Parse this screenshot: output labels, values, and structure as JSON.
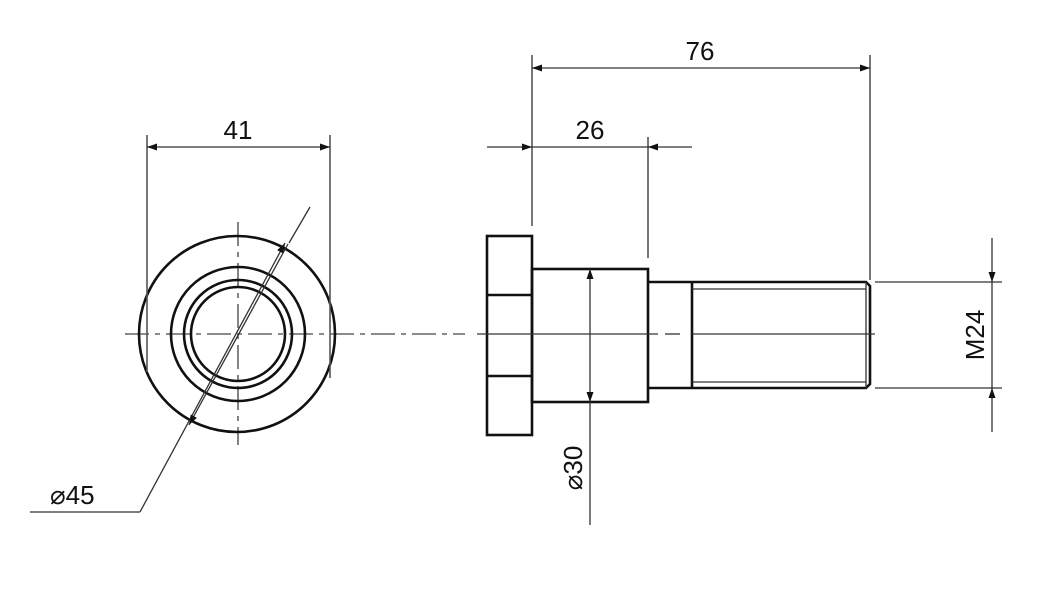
{
  "drawing": {
    "dimensions": {
      "width_across_flats": "41",
      "outer_diameter": "⌀45",
      "shank_length": "26",
      "total_length": "76",
      "shank_diameter": "⌀30",
      "thread": "M24"
    },
    "colors": {
      "line": "#111111",
      "background": "#ffffff"
    }
  }
}
